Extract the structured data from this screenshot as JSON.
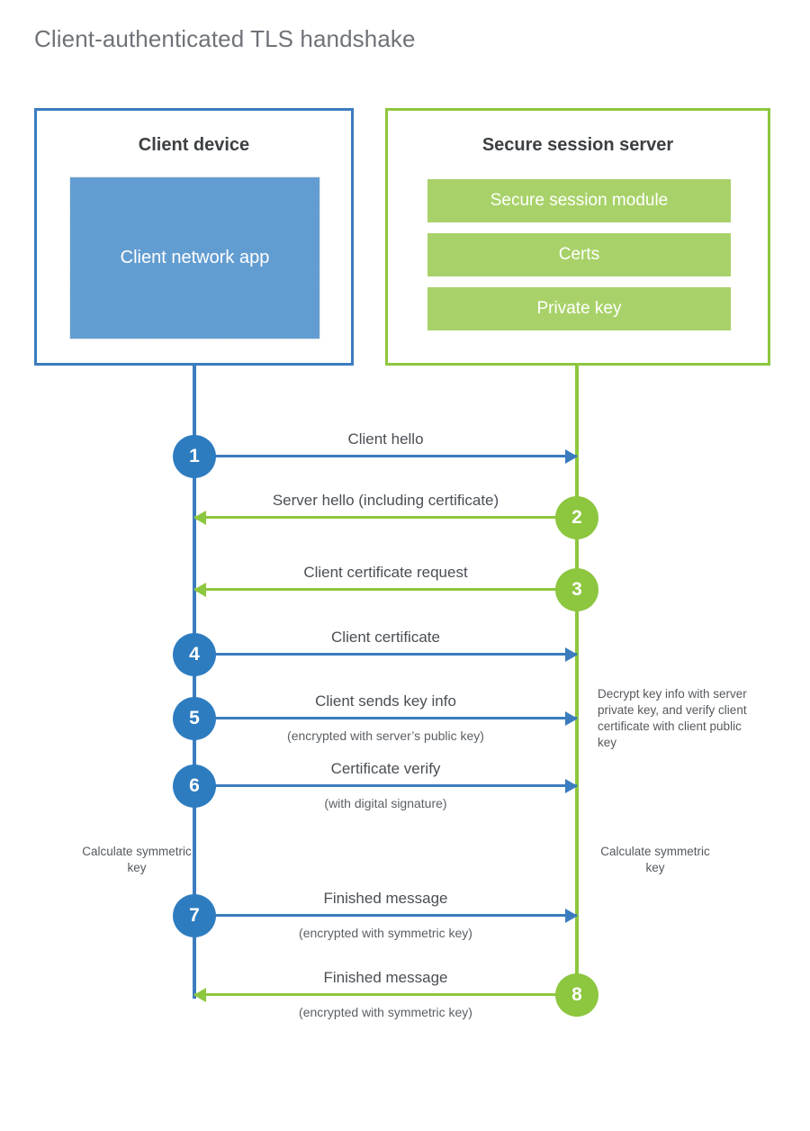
{
  "title": "Client-authenticated TLS handshake",
  "colors": {
    "client_blue": "#3b7cbf",
    "client_circle_blue": "#2e7cc0",
    "client_app_fill": "#629dd1",
    "server_green": "#8dc63f",
    "server_bar_fill": "#a8d269",
    "title_gray": "#6f7378",
    "text_gray": "#4a4f54"
  },
  "actors": {
    "client": {
      "title": "Client device",
      "app_label": "Client network app"
    },
    "server": {
      "title": "Secure session server",
      "bars": [
        {
          "label": "Secure session module"
        },
        {
          "label": "Certs"
        },
        {
          "label": "Private key"
        }
      ]
    }
  },
  "chart_data": {
    "type": "sequence-diagram",
    "title": "Client-authenticated TLS handshake",
    "participants": [
      "Client device",
      "Secure session server"
    ],
    "steps": [
      {
        "number": "1",
        "label": "Client hello",
        "sublabel": "",
        "direction": "client-to-server",
        "origin": "client"
      },
      {
        "number": "2",
        "label": "Server hello (including certificate)",
        "sublabel": "",
        "direction": "server-to-client",
        "origin": "server"
      },
      {
        "number": "3",
        "label": "Client certificate request",
        "sublabel": "",
        "direction": "server-to-client",
        "origin": "server"
      },
      {
        "number": "4",
        "label": "Client certificate",
        "sublabel": "",
        "direction": "client-to-server",
        "origin": "client"
      },
      {
        "number": "5",
        "label": "Client sends key info",
        "sublabel": "(encrypted with server’s public key)",
        "direction": "client-to-server",
        "origin": "client"
      },
      {
        "number": "6",
        "label": "Certificate verify",
        "sublabel": "(with digital signature)",
        "direction": "client-to-server",
        "origin": "client"
      },
      {
        "number": "7",
        "label": "Finished message",
        "sublabel": "(encrypted with symmetric key)",
        "direction": "client-to-server",
        "origin": "client"
      },
      {
        "number": "8",
        "label": "Finished message",
        "sublabel": "(encrypted with symmetric key)",
        "direction": "server-to-client",
        "origin": "server"
      }
    ],
    "annotations": [
      {
        "id": "server-decrypt-note",
        "side": "server",
        "text": "Decrypt key info with server private key, and verify client certificate with client public key"
      },
      {
        "id": "client-calculate-key",
        "side": "client",
        "text": "Calculate symmetric key"
      },
      {
        "id": "server-calculate-key",
        "side": "server",
        "text": "Calculate symmetric key"
      }
    ]
  }
}
